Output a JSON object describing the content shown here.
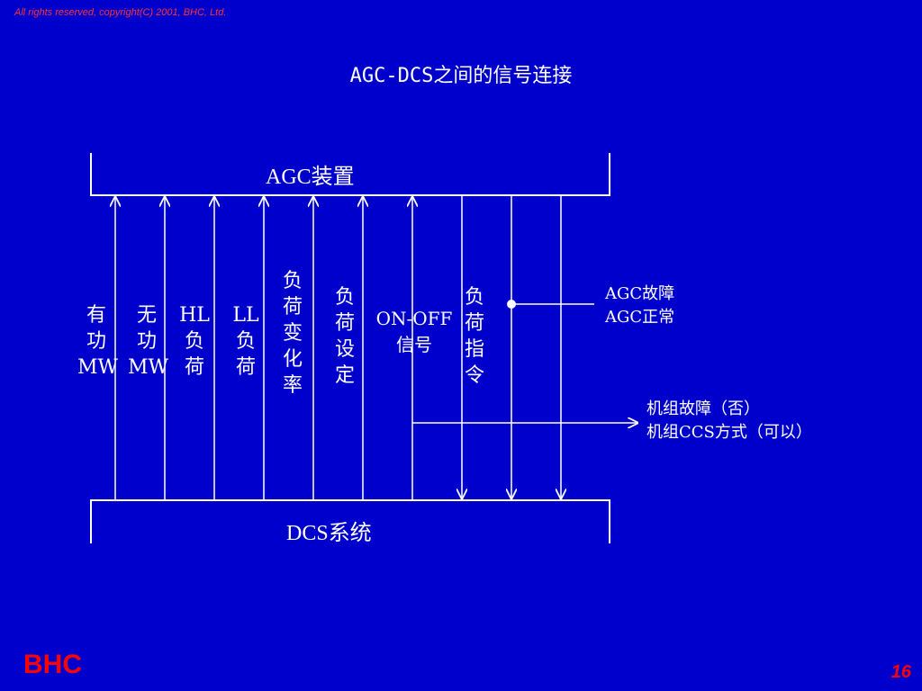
{
  "header": {
    "copyright": "All rights reserved, copyright(C) 2001, BHC, Ltd.",
    "title": "AGC-DCS之间的信号连接"
  },
  "diagram": {
    "top_box": "AGC装置",
    "bottom_box": "DCS系统",
    "signals_up": [
      {
        "text": "有\n功\nMW"
      },
      {
        "text": "无\n功\nMW"
      },
      {
        "text": "HL\n负\n荷"
      },
      {
        "text": "LL\n负\n荷"
      },
      {
        "text": "负\n荷\n变\n化\n率"
      },
      {
        "text": "负\n荷\n设\n定"
      },
      {
        "text": "ON-OFF\n信号"
      }
    ],
    "signals_down": [
      {
        "text": "负\n荷\n指\n令"
      }
    ],
    "agc_status": "AGC故障\nAGC正常",
    "unit_status": "机组故障（否）\n机组CCS方式（可以）"
  },
  "footer": {
    "logo": "BHC",
    "page_number": "16"
  },
  "colors": {
    "background": "#0000cc",
    "line": "#ffffff",
    "accent": "#ff0000"
  }
}
